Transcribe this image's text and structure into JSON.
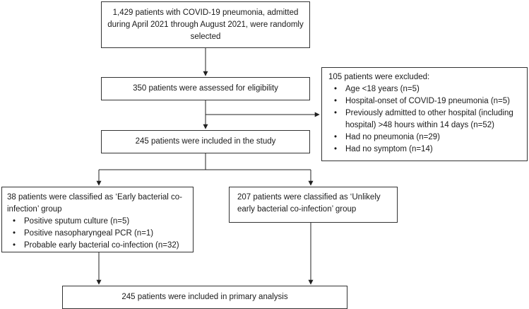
{
  "boxes": {
    "randomized": "1,429 patients with COVID-19 pneumonia, admitted during April 2021 through August 2021, were randomly selected",
    "assessed": "350 patients were assessed for eligibility",
    "included": "245 patients were included in the study",
    "excluded": {
      "title": "105 patients were excluded:",
      "items": [
        "Age <18 years (n=5)",
        "Hospital-onset of COVID-19 pneumonia (n=5)",
        "Previously admitted to other hospital (including hospital) >48 hours within 14 days (n=52)",
        "Had no pneumonia (n=29)",
        "Had no symptom (n=14)"
      ]
    },
    "early": {
      "title": "38 patients were classified as ‘Early bacterial co-infection’ group",
      "items": [
        "Positive sputum culture (n=5)",
        "Positive nasopharyngeal PCR (n=1)",
        "Probable early bacterial co-infection (n=32)"
      ]
    },
    "unlikely": "207 patients were classified as ‘Unlikely early bacterial co-infection’ group",
    "primary": "245 patients were included in primary analysis"
  }
}
